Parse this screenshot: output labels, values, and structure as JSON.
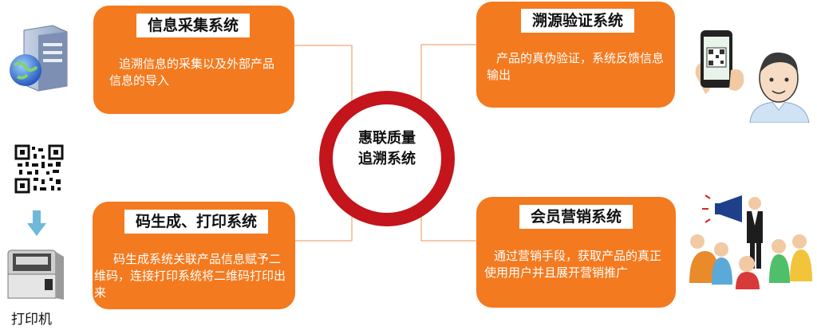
{
  "center": {
    "line1": "惠联质量",
    "line2": "追溯系统"
  },
  "cards": {
    "top_left": {
      "title": "信息采集系统",
      "desc": "追溯信息的采集以及外部产品信息的导入"
    },
    "top_right": {
      "title": "溯源验证系统",
      "desc": "产品的真伪验证，系统反馈信息输出"
    },
    "bottom_left": {
      "title": "码生成、打印系统",
      "desc": "码生成系统关联产品信息赋予二维码，连接打印系统将二维码打印出来"
    },
    "bottom_right": {
      "title": "会员营销系统",
      "desc": "通过营销手段，获取产品的真正使用用户并且展开营销推广"
    }
  },
  "printer_label": "打印机",
  "colors": {
    "card_orange": "#f47a1f",
    "ring_red": "#c4141c",
    "connector": "#f2a870",
    "arrow": "#6fb8d8"
  },
  "icons": [
    "server-globe-icon",
    "qr-code-icon",
    "down-arrow-icon",
    "printer-icon",
    "phone-qr-icon",
    "person-icon",
    "crowd-megaphone-icon"
  ]
}
